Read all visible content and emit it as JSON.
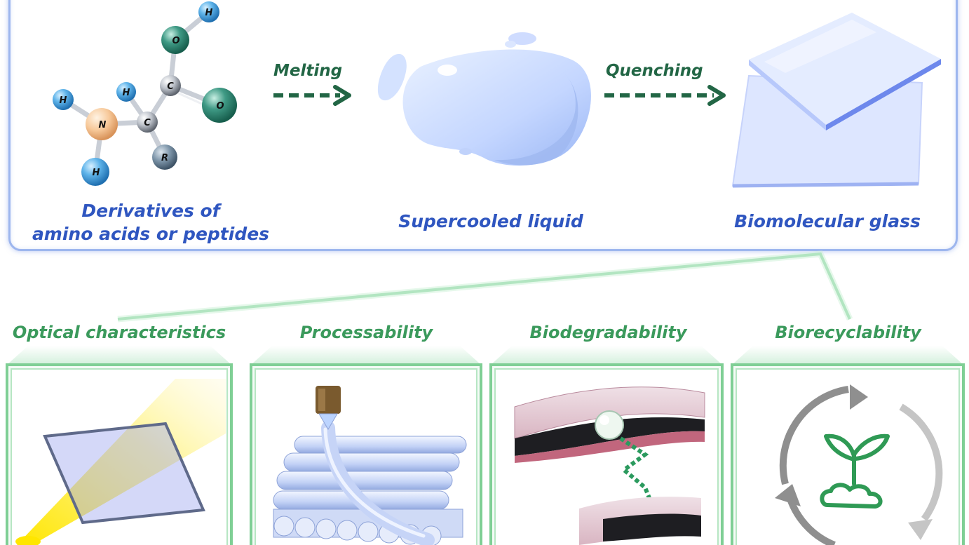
{
  "process": {
    "stages": [
      {
        "label_line1": "Derivatives of",
        "label_line2": "amino acids or peptides"
      },
      {
        "label": "Supercooled liquid"
      },
      {
        "label": "Biomolecular glass"
      }
    ],
    "steps": [
      {
        "label": "Melting"
      },
      {
        "label": "Quenching"
      }
    ]
  },
  "molecule": {
    "atoms": [
      "H",
      "O",
      "H",
      "C",
      "H",
      "N",
      "C",
      "O",
      "R",
      "H"
    ]
  },
  "properties": [
    {
      "title": "Optical characteristics",
      "icon": "light-through-glass-icon"
    },
    {
      "title": "Processability",
      "icon": "3d-printing-icon"
    },
    {
      "title": "Biodegradability",
      "icon": "tissue-degradation-icon"
    },
    {
      "title": "Biorecyclability",
      "icon": "recycle-plant-icon"
    }
  ],
  "colors": {
    "panel_border": "#9db6ee",
    "stage_text": "#2f56c0",
    "arrow": "#226645",
    "property_text": "#3b9a5c",
    "property_frame": "#7fcf95"
  }
}
